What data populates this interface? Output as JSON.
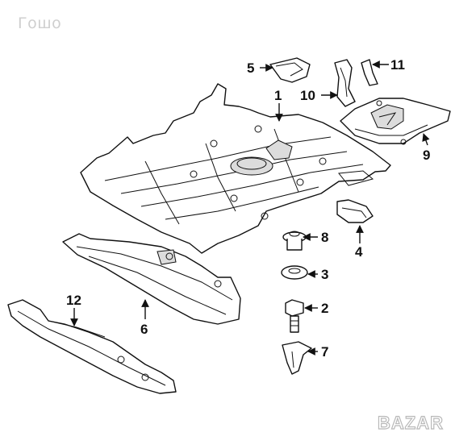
{
  "watermark": "Гошо",
  "brand": {
    "text": "BAZAR",
    "color": "#ffffff",
    "accent": "#b9b9b9"
  },
  "callouts": [
    {
      "id": "1",
      "label": "1"
    },
    {
      "id": "2",
      "label": "2"
    },
    {
      "id": "3",
      "label": "3"
    },
    {
      "id": "4",
      "label": "4"
    },
    {
      "id": "5",
      "label": "5"
    },
    {
      "id": "6",
      "label": "6"
    },
    {
      "id": "7",
      "label": "7"
    },
    {
      "id": "8",
      "label": "8"
    },
    {
      "id": "9",
      "label": "9"
    },
    {
      "id": "10",
      "label": "10"
    },
    {
      "id": "11",
      "label": "11"
    },
    {
      "id": "12",
      "label": "12"
    }
  ]
}
